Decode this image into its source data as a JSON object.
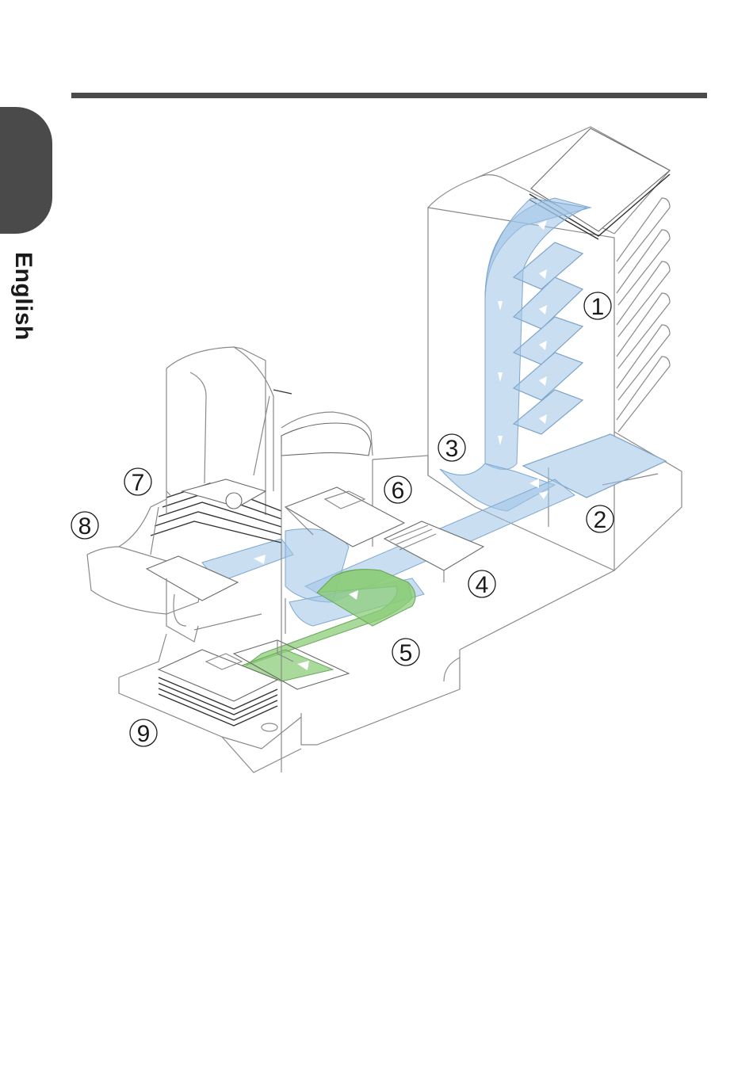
{
  "page": {
    "language_tab": "English"
  },
  "diagram": {
    "callouts": [
      "1",
      "2",
      "3",
      "4",
      "5",
      "6",
      "7",
      "8",
      "9"
    ],
    "colors": {
      "paper_path": "#9ec3e6",
      "insert_path": "#8ccc7a",
      "tab": "#4a4a4a",
      "rule": "#4a4a4a"
    }
  }
}
